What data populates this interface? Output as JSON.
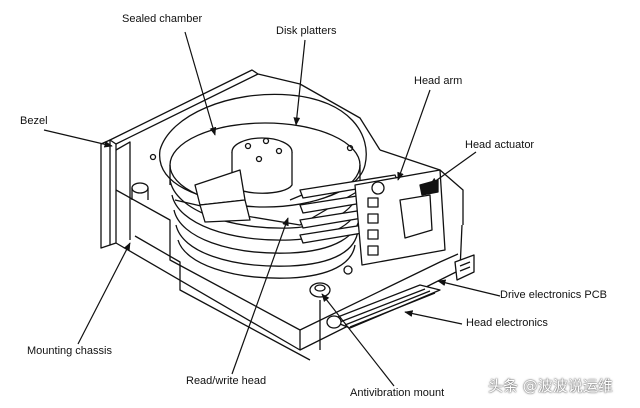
{
  "diagram": {
    "labels": {
      "sealed_chamber": "Sealed chamber",
      "disk_platters": "Disk platters",
      "head_arm": "Head arm",
      "bezel": "Bezel",
      "head_actuator": "Head actuator",
      "drive_electronics_pcb": "Drive electronics PCB",
      "head_electronics": "Head electronics",
      "mounting_chassis": "Mounting chassis",
      "read_write_head": "Read/write head",
      "antivibration_mount": "Antivibration mount"
    }
  },
  "watermark": {
    "text": "头条 @波波说运维"
  },
  "colors": {
    "line": "#111111",
    "background": "#ffffff"
  }
}
